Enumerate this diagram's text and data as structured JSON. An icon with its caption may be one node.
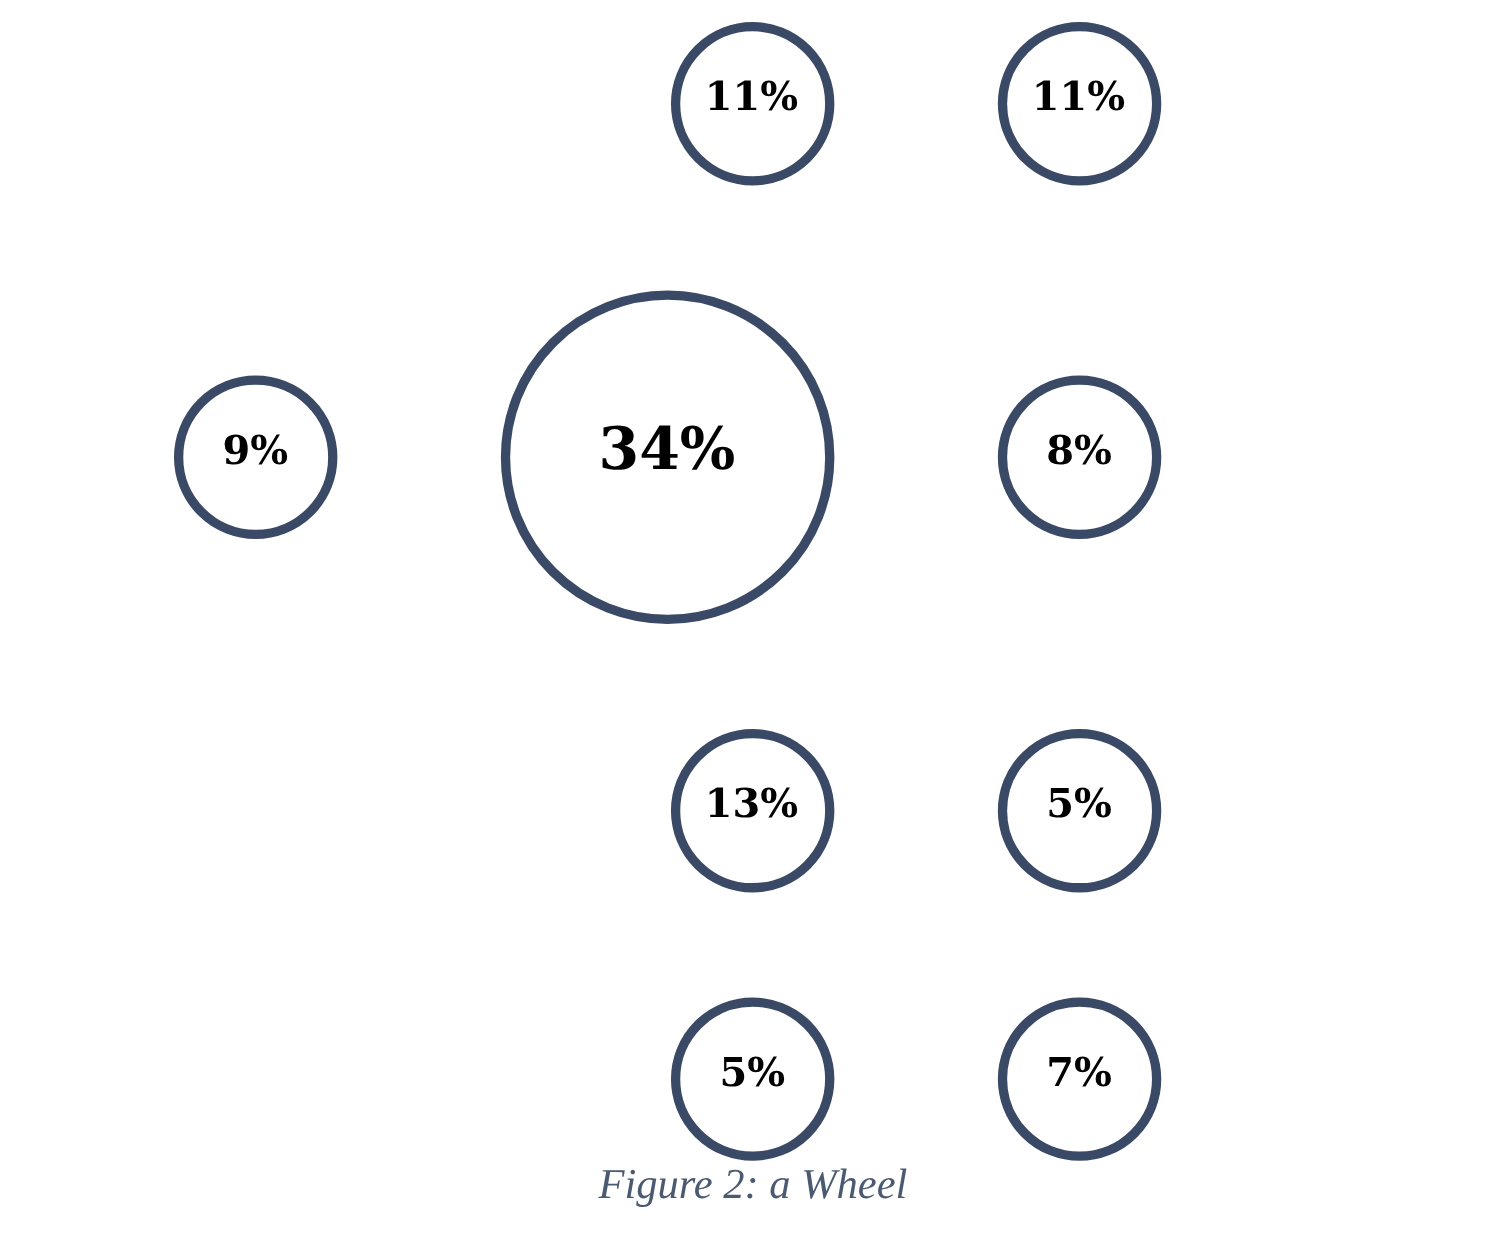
{
  "diagram": {
    "caption": "Figure 2: a Wheel",
    "nodes": [
      {
        "text": [
          "11%"
        ]
      },
      {
        "text": [
          "11%"
        ]
      },
      {
        "text": [
          "9%"
        ]
      },
      {
        "text": [
          "34%"
        ]
      },
      {
        "text": [
          "8%"
        ]
      },
      {
        "text": [
          "13%"
        ]
      },
      {
        "text": [
          "5%"
        ]
      },
      {
        "text": [
          "5%"
        ]
      },
      {
        "text": [
          "7%"
        ]
      }
    ],
    "edges": []
  }
}
